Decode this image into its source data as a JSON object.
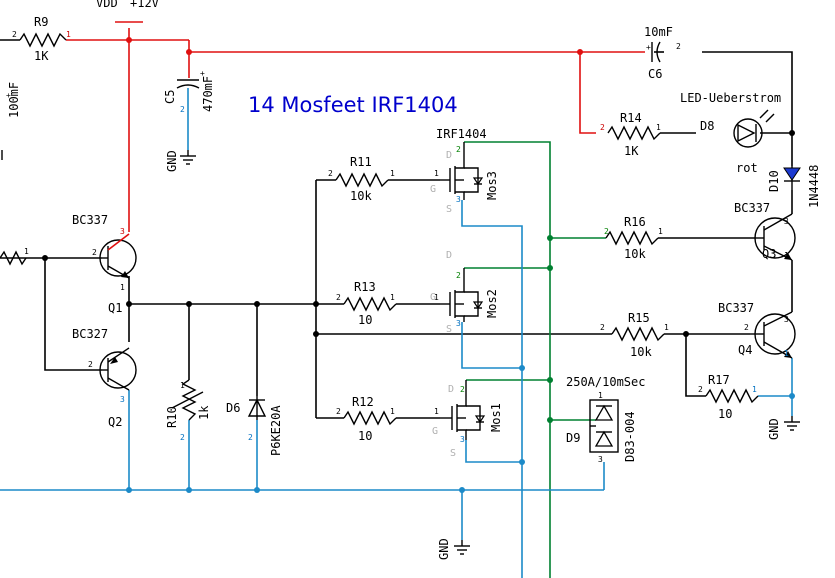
{
  "title": "14 Mosfeet IRF1404",
  "supply": {
    "name": "VDD",
    "value": "+12V"
  },
  "mosfet_header": "IRF1404",
  "resistors": [
    {
      "ref": "R9",
      "value": "1K"
    },
    {
      "ref": "R10",
      "value": "1k"
    },
    {
      "ref": "R11",
      "value": "10k"
    },
    {
      "ref": "R12",
      "value": "10"
    },
    {
      "ref": "R13",
      "value": "10"
    },
    {
      "ref": "R14",
      "value": "1K"
    },
    {
      "ref": "R15",
      "value": "10k"
    },
    {
      "ref": "R16",
      "value": "10k"
    },
    {
      "ref": "R17",
      "value": "10"
    }
  ],
  "capacitors": [
    {
      "ref": "C5",
      "value": "470mF"
    },
    {
      "ref": "C6",
      "value": "10mF"
    },
    {
      "ref": "",
      "value": "100mF"
    }
  ],
  "transistors": [
    {
      "ref": "Q1",
      "type": "BC337"
    },
    {
      "ref": "Q2",
      "type": "BC327"
    },
    {
      "ref": "Q3",
      "type": "BC337"
    },
    {
      "ref": "Q4",
      "type": "BC337"
    }
  ],
  "mosfets": [
    {
      "ref": "Mos1"
    },
    {
      "ref": "Mos2"
    },
    {
      "ref": "Mos3"
    }
  ],
  "diodes": [
    {
      "ref": "D6",
      "value": "P6KE20A"
    },
    {
      "ref": "D8",
      "value": "LED-Ueberstrom",
      "color": "rot"
    },
    {
      "ref": "D9",
      "value": "D83-004",
      "rating": "250A/10mSec"
    },
    {
      "ref": "D10",
      "value": "1N4448"
    }
  ],
  "ground_labels": [
    "GND",
    "GND",
    "GND"
  ],
  "pin_labels": {
    "gate": "G",
    "drain": "D",
    "source": "S"
  },
  "net_colors": {
    "supply": "#e01010",
    "drain": "#008030",
    "ground": "#1c8ac8",
    "signal": "#000000",
    "title": "#0000cc"
  }
}
